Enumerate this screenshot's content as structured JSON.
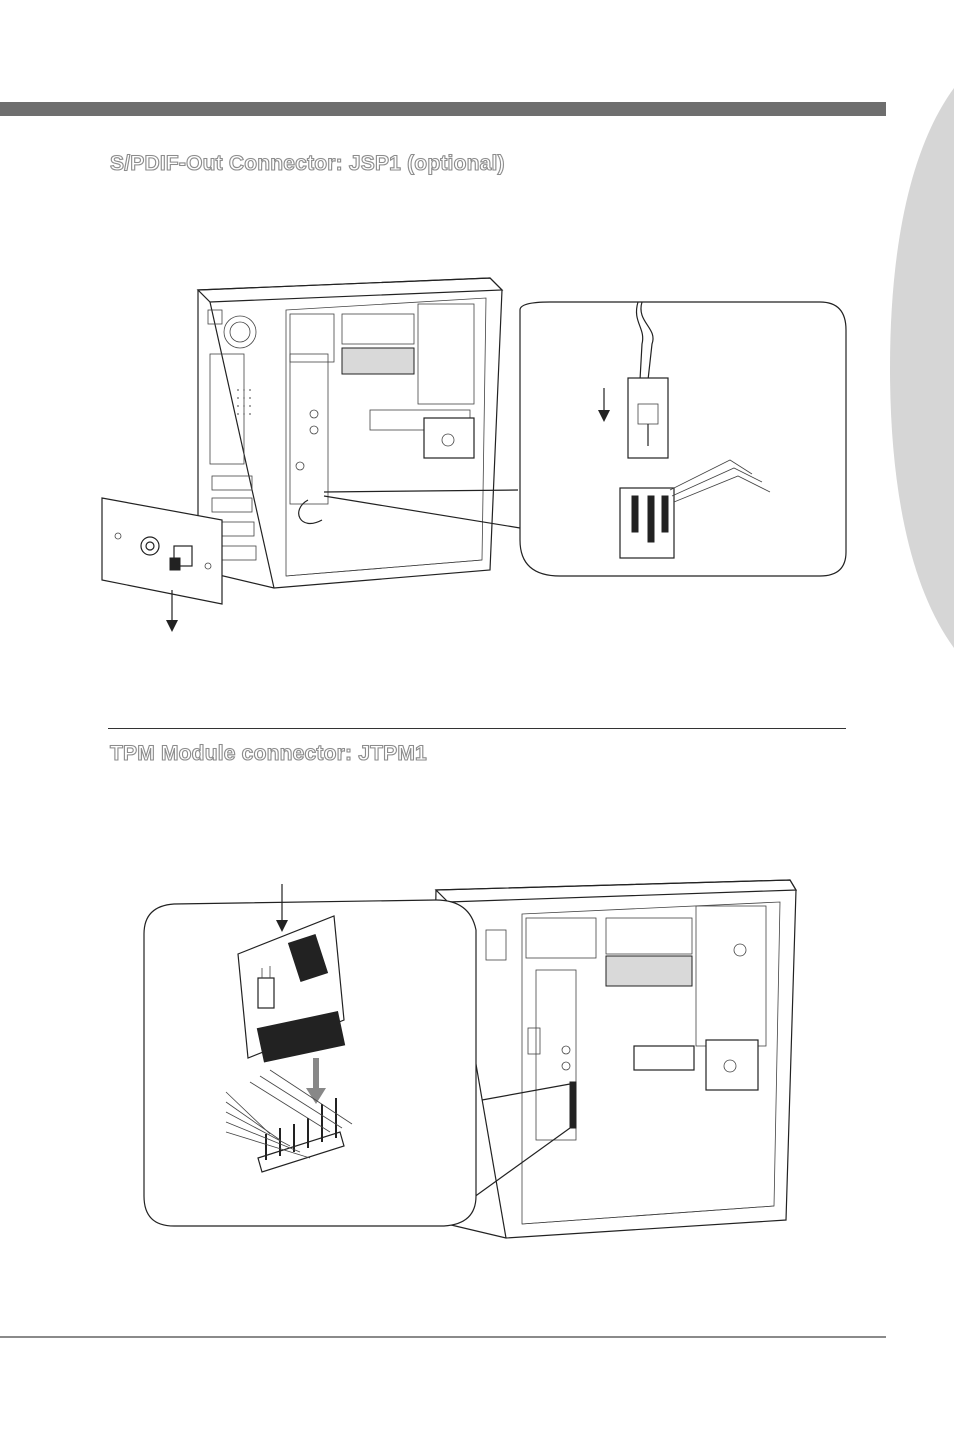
{
  "page": {
    "section_bar_color": "#6e6e6e",
    "side_tab_color": "#d6d6d6"
  },
  "sections": [
    {
      "heading": "S/PDIF-Out Connector: JSP1 (optional)"
    },
    {
      "heading": "TPM Module connector: JTPM1"
    }
  ],
  "figures": {
    "spdif": {
      "icons": [
        "pc-case",
        "spdif-bracket",
        "connector-zoom",
        "insert-arrow"
      ]
    },
    "tpm": {
      "icons": [
        "pc-case",
        "tpm-module-zoom",
        "pin-header",
        "insert-arrow"
      ]
    }
  }
}
